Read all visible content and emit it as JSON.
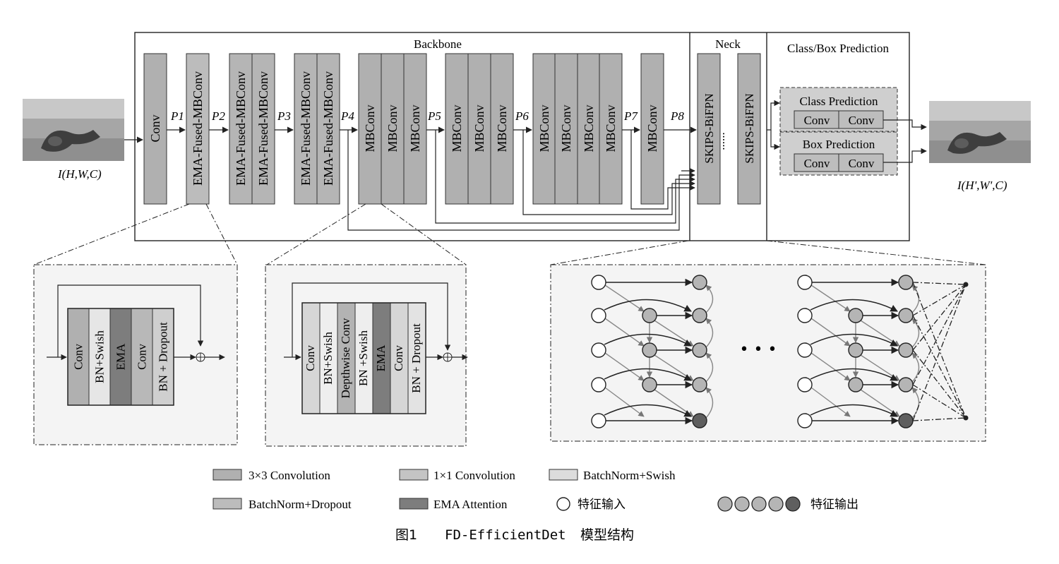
{
  "input_label": "I(H,W,C)",
  "output_label": "I(H',W',C)",
  "backbone": {
    "title": "Backbone",
    "stem_label": "Conv",
    "fused_block_label": "EMA-Fused-MBConv",
    "mb_block_label": "MBConv",
    "stages": [
      "P1",
      "P2",
      "P3",
      "P4",
      "P5",
      "P6",
      "P7",
      "P8"
    ]
  },
  "neck": {
    "title": "Neck",
    "bifpn_label": "SKIPS-BiFPN",
    "ellipsis": "......"
  },
  "head": {
    "title": "Class/Box Prediction",
    "class_title": "Class Prediction",
    "box_title": "Box Prediction",
    "conv_label": "Conv"
  },
  "fused_detail": {
    "layers": [
      "Conv",
      "BN+Swish",
      "EMA",
      "Conv",
      "BN + Dropout"
    ],
    "colors": [
      "#b0b0b0",
      "#e6e6e6",
      "#7d7d7d",
      "#b8b8b8",
      "#cfcfcf"
    ]
  },
  "mb_detail": {
    "layers": [
      "Conv",
      "BN+Swish",
      "Depthwise Conv",
      "BN +Swish",
      "EMA",
      "Conv",
      "BN + Dropout"
    ],
    "colors": [
      "#d6d6d6",
      "#eeeeee",
      "#b3b3b3",
      "#eeeeee",
      "#7d7d7d",
      "#d6d6d6",
      "#e3e3e3"
    ]
  },
  "bifpn_detail": {
    "ellipsis": "• • •"
  },
  "legend": {
    "conv3": {
      "label": "3×3 Convolution",
      "color": "#b0b0b0"
    },
    "conv1": {
      "label": "1×1 Convolution",
      "color": "#c4c4c4"
    },
    "bnswish": {
      "label": "BatchNorm+Swish",
      "color": "#dcdcdc"
    },
    "bndrop": {
      "label": "BatchNorm+Dropout",
      "color": "#bcbcbc"
    },
    "ema": {
      "label": "EMA Attention",
      "color": "#7d7d7d"
    },
    "feat_in": {
      "label": "特征输入"
    },
    "feat_out": {
      "label": "特征输出",
      "colors": [
        "#b5b5b5",
        "#b5b5b5",
        "#b5b5b5",
        "#b5b5b5",
        "#5f5f5f"
      ]
    }
  },
  "caption": {
    "fig": "图1",
    "model": "FD-EfficientDet",
    "suffix": "模型结构"
  }
}
